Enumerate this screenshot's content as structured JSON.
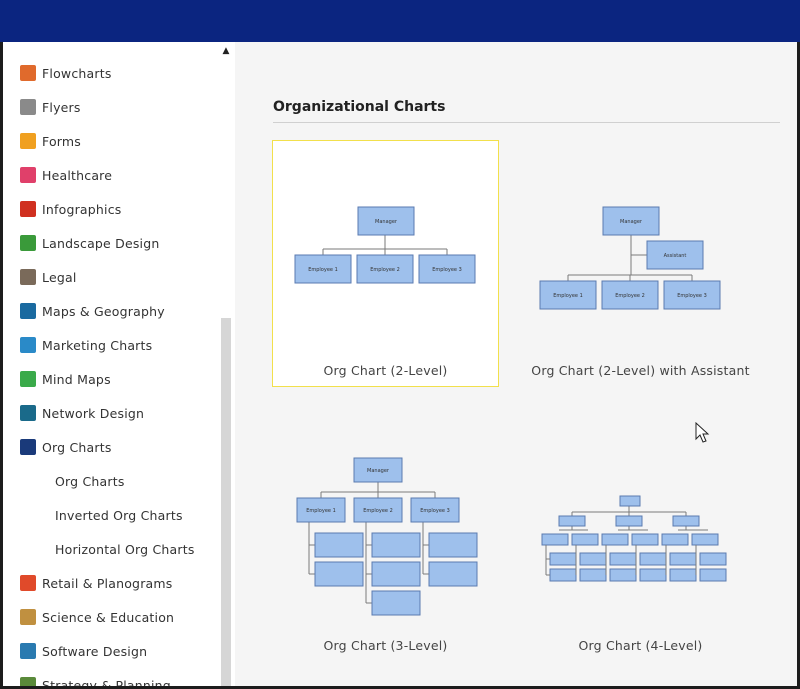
{
  "sidebar": {
    "categories": [
      {
        "label": "Flowcharts",
        "icon": "flowchart-icon",
        "color": "#e06a2c"
      },
      {
        "label": "Flyers",
        "icon": "flyer-icon",
        "color": "#8a8a8a"
      },
      {
        "label": "Forms",
        "icon": "form-icon",
        "color": "#f0a020"
      },
      {
        "label": "Healthcare",
        "icon": "healthcare-icon",
        "color": "#e0406a"
      },
      {
        "label": "Infographics",
        "icon": "infographic-icon",
        "color": "#d03020"
      },
      {
        "label": "Landscape Design",
        "icon": "landscape-icon",
        "color": "#3a9a3a"
      },
      {
        "label": "Legal",
        "icon": "scales-icon",
        "color": "#7a6a5a"
      },
      {
        "label": "Maps & Geography",
        "icon": "map-icon",
        "color": "#1a6aa0"
      },
      {
        "label": "Marketing Charts",
        "icon": "marketing-icon",
        "color": "#2a8ac8"
      },
      {
        "label": "Mind Maps",
        "icon": "mind-map-icon",
        "color": "#3aaa4a"
      },
      {
        "label": "Network Design",
        "icon": "network-icon",
        "color": "#1a6a8a"
      },
      {
        "label": "Org Charts",
        "icon": "org-chart-icon",
        "color": "#1a3a7a"
      }
    ],
    "subcategories": [
      "Org Charts",
      "Inverted Org Charts",
      "Horizontal Org Charts"
    ],
    "categories_after": [
      {
        "label": "Retail & Planograms",
        "icon": "retail-icon",
        "color": "#e04a2a"
      },
      {
        "label": "Science & Education",
        "icon": "science-icon",
        "color": "#c09040"
      },
      {
        "label": "Software Design",
        "icon": "software-icon",
        "color": "#2a7ab0"
      },
      {
        "label": "Strategy & Planning",
        "icon": "strategy-icon",
        "color": "#5a8a3a"
      }
    ]
  },
  "main": {
    "section_title": "Organizational Charts",
    "templates": [
      {
        "label": "Org Chart (2-Level)",
        "selected": true
      },
      {
        "label": "Org Chart (2-Level) with Assistant",
        "selected": false
      },
      {
        "label": "Org Chart (3-Level)",
        "selected": false
      },
      {
        "label": "Org Chart (4-Level)",
        "selected": false
      }
    ],
    "thumb_text": {
      "manager": "Manager",
      "assistant": "Assistant",
      "employee1": "Employee 1",
      "employee2": "Employee 2",
      "employee3": "Employee 3"
    }
  },
  "colors": {
    "topbar": "#0b2580",
    "box_fill": "#9ec0ec",
    "box_stroke": "#5a7ab0",
    "selected_outline": "#f2e04c"
  }
}
